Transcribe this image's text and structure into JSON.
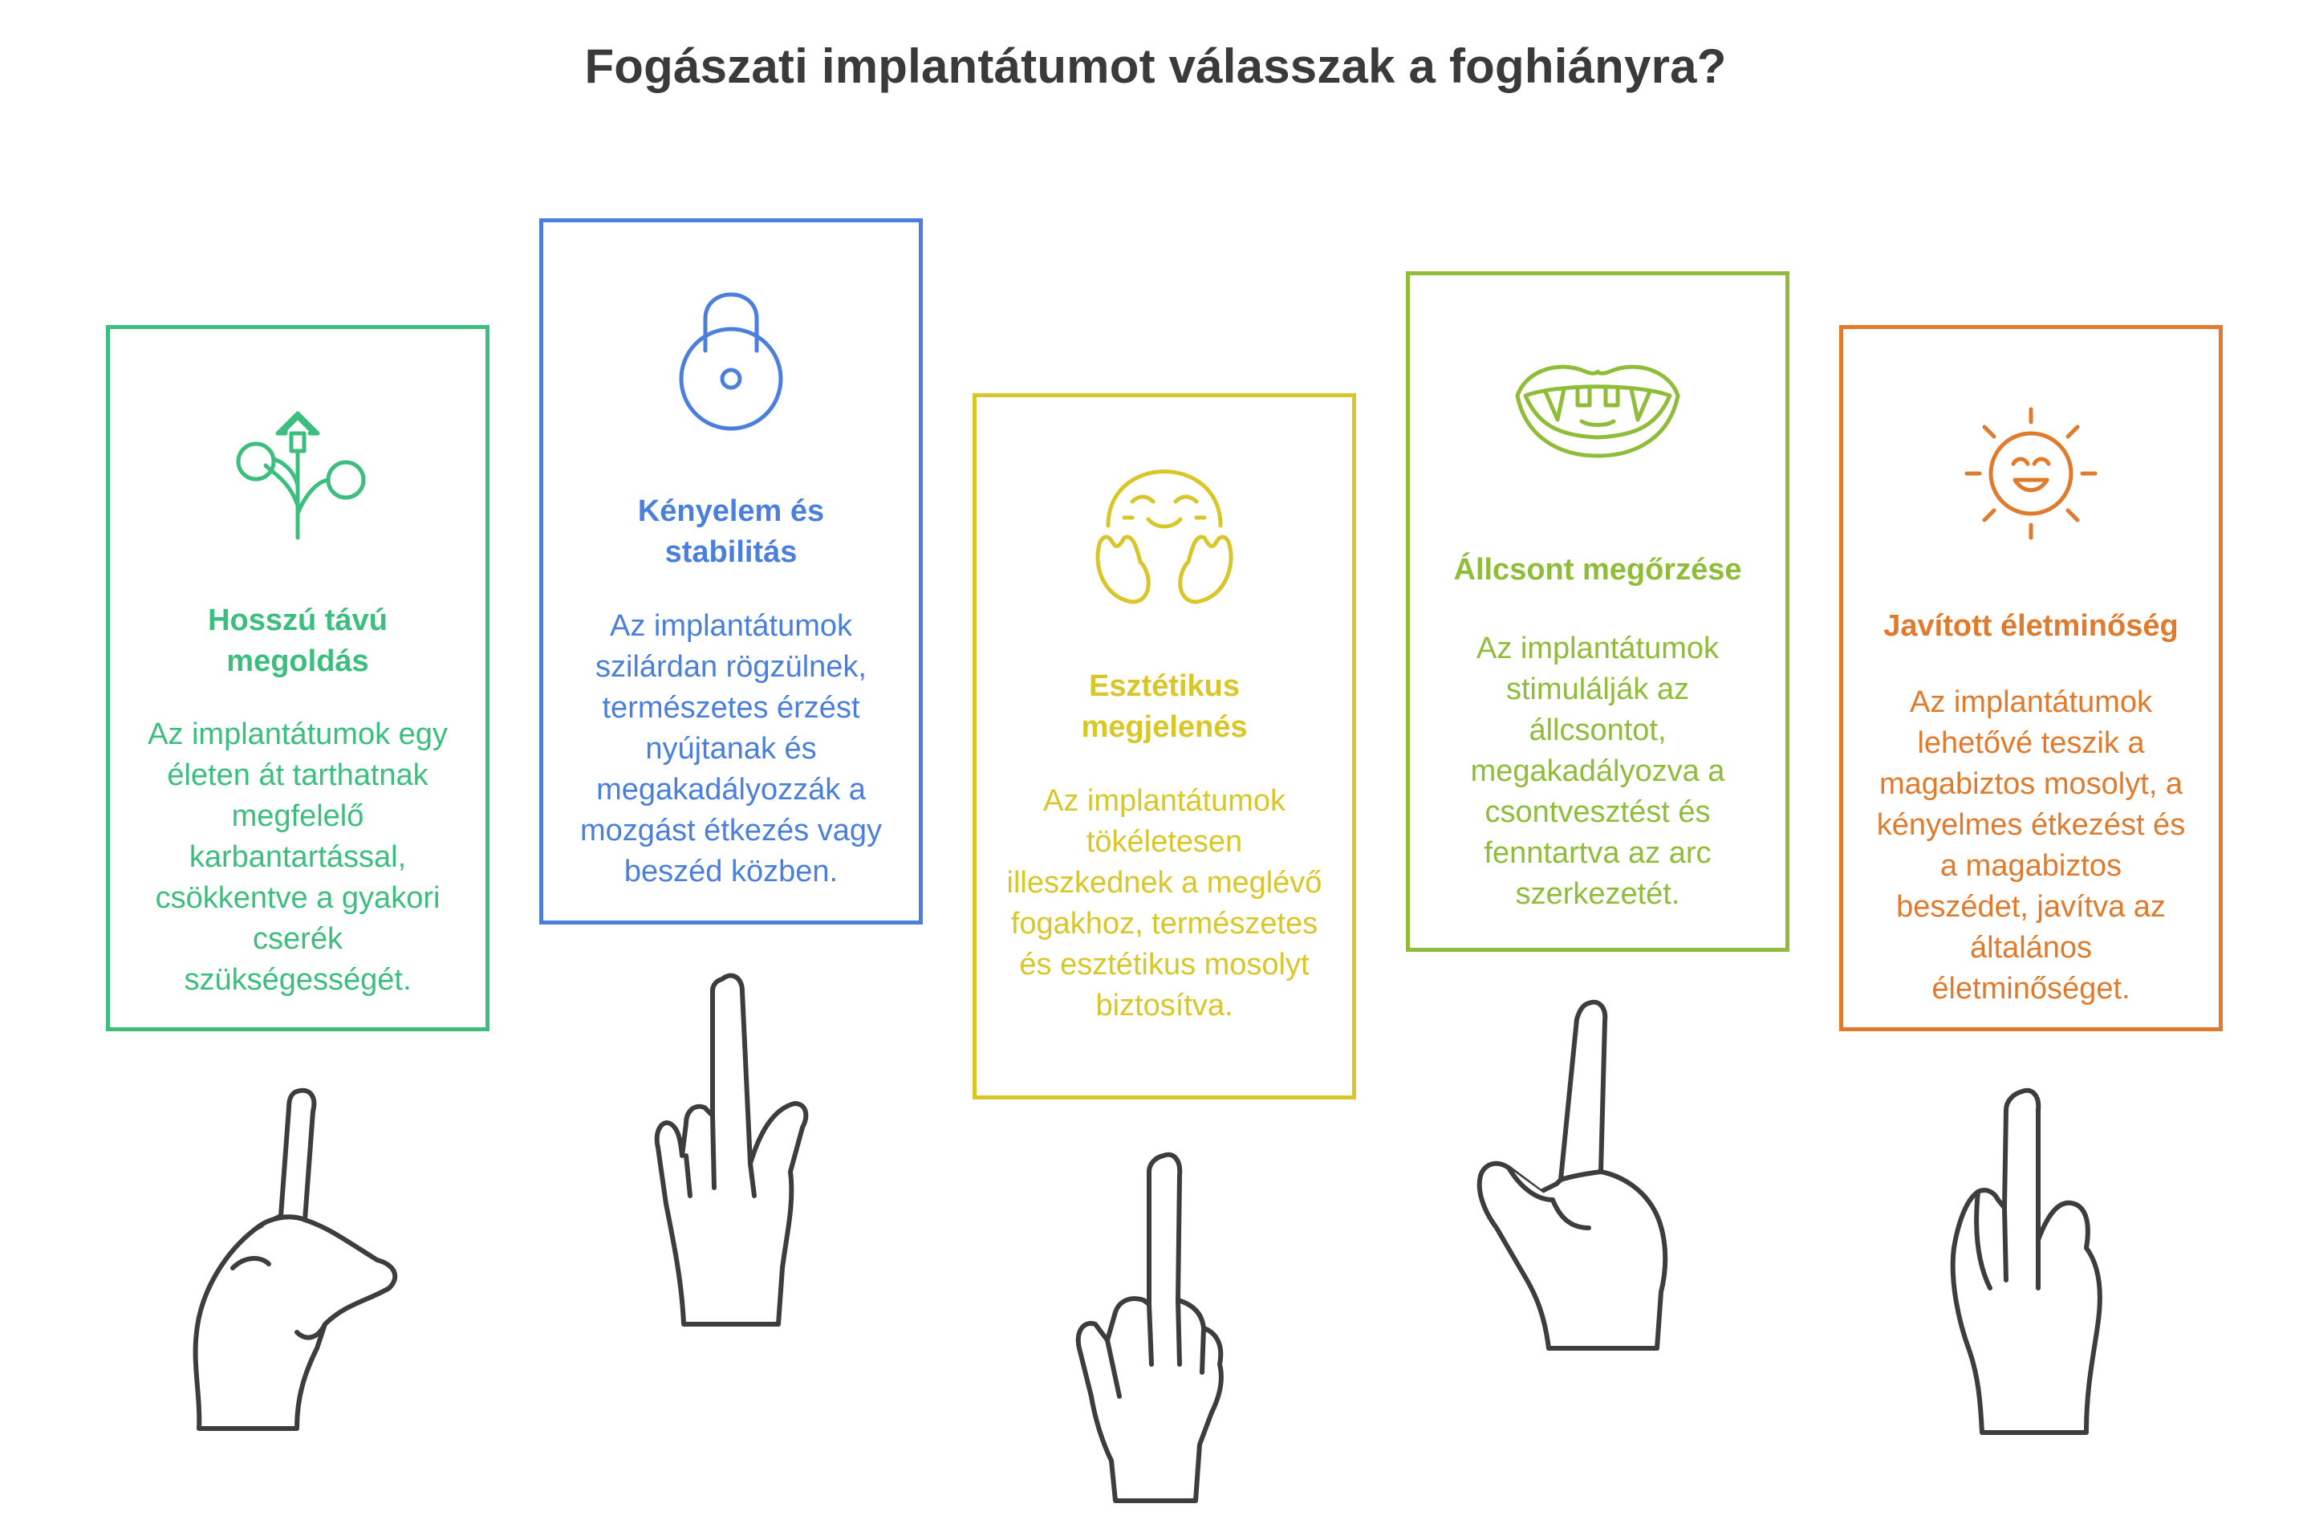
{
  "title": "Fogászati implantátumot válasszak a foghiányra?",
  "cards": [
    {
      "heading": "Hosszú távú megoldás",
      "body": "Az implantátumok egy életen át tarthatnak megfelelő karbantartással, csökkentve a gyakori cserék szükségességét.",
      "color": "#3cbf7e",
      "icon": "sprout-house-icon"
    },
    {
      "heading": "Kényelem és stabilitás",
      "body": "Az implantátumok szilárdan rögzülnek, természetes érzést nyújtanak és megakadályozzák a mozgást étkezés vagy beszéd közben.",
      "color": "#4a7fdb",
      "icon": "padlock-icon"
    },
    {
      "heading": "Esztétikus megjelenés",
      "body": "Az implantátumok tökéletesen illeszkednek a meglévő fogakhoz, természetes és esztétikus mosolyt biztosítva.",
      "color": "#d9c72a",
      "icon": "smiling-face-hands-icon"
    },
    {
      "heading": "Állcsont megőrzése",
      "body": "Az implantátumok stimulálják az állcsontot, megakadályozva a csontvesztést és fenntartva az arc szerkezetét.",
      "color": "#8fbd3a",
      "icon": "mouth-teeth-icon"
    },
    {
      "heading": "Javított életminőség",
      "body": "Az implantátumok lehetővé teszik a magabiztos mosolyt, a kényelmes étkezést és a magabiztos beszédet, javítva az általános életminőséget.",
      "color": "#e07b2e",
      "icon": "smiling-sun-icon"
    }
  ]
}
